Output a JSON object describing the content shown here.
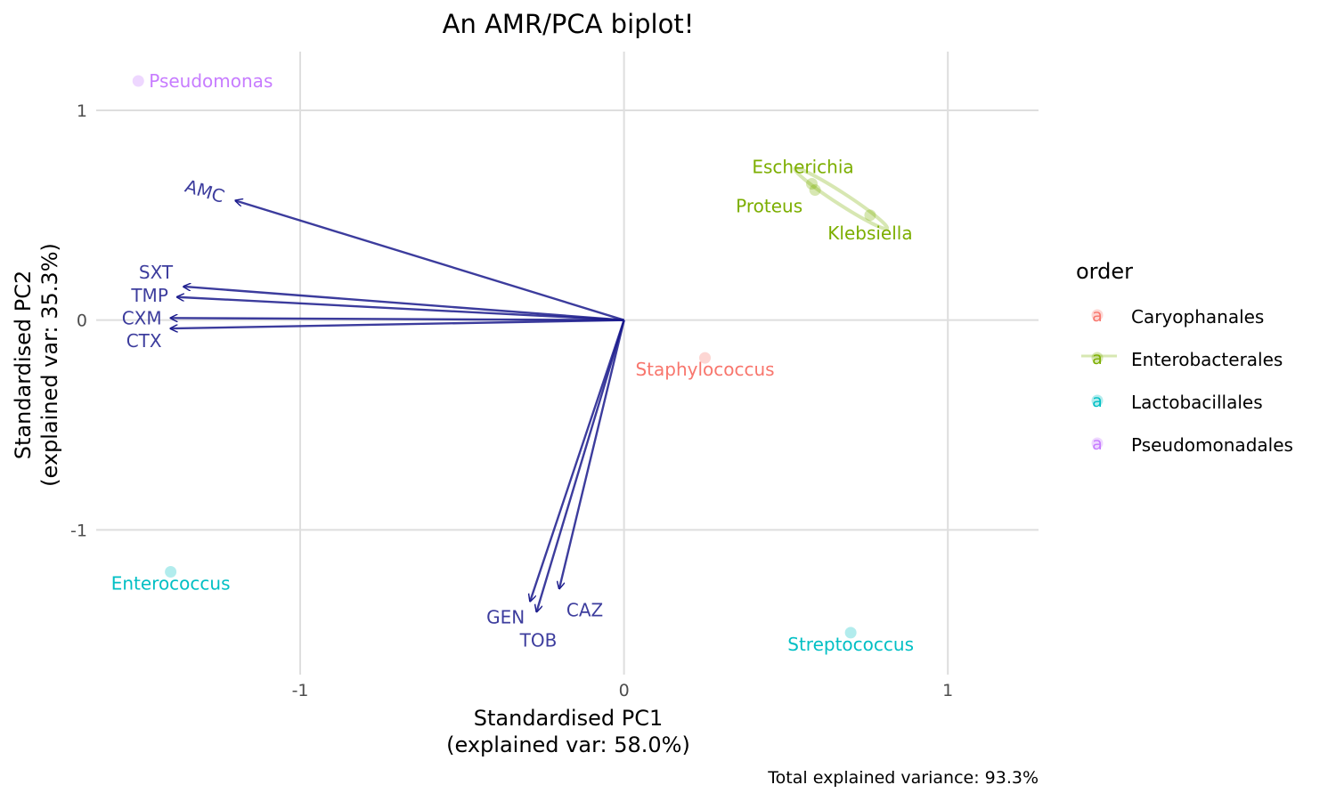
{
  "chart_data": {
    "type": "scatter",
    "title": "An AMR/PCA biplot!",
    "xlabel": [
      "Standardised PC1",
      "(explained var: 58.0%)"
    ],
    "ylabel": [
      "Standardised PC2",
      "(explained var: 35.3%)"
    ],
    "caption": "Total explained variance: 93.3%",
    "xlim": [
      -1.63,
      1.28
    ],
    "ylim": [
      -1.69,
      1.28
    ],
    "xticks": [
      -1,
      0,
      1
    ],
    "yticks": [
      -1,
      0,
      1
    ],
    "xtick_labels": [
      "-1",
      "0",
      "1"
    ],
    "ytick_labels": [
      "-1",
      "0",
      "1"
    ],
    "grid": true,
    "legend": {
      "title": "order",
      "position": "right",
      "key_glyph": "a",
      "entries": [
        {
          "name": "Caryophanales",
          "color": "#F8766D"
        },
        {
          "name": "Enterobacterales",
          "color": "#7CAE00"
        },
        {
          "name": "Lactobacillales",
          "color": "#00BFC4"
        },
        {
          "name": "Pseudomonadales",
          "color": "#C77CFF"
        }
      ]
    },
    "points": [
      {
        "label": "Pseudomonas",
        "order": "Pseudomonadales",
        "x": -1.5,
        "y": 1.14
      },
      {
        "label": "Staphylococcus",
        "order": "Caryophanales",
        "x": 0.25,
        "y": -0.18
      },
      {
        "label": "Enterococcus",
        "order": "Lactobacillales",
        "x": -1.4,
        "y": -1.2
      },
      {
        "label": "Streptococcus",
        "order": "Lactobacillales",
        "x": 0.7,
        "y": -1.49
      },
      {
        "label": "Escherichia",
        "order": "Enterobacterales",
        "x": 0.58,
        "y": 0.65
      },
      {
        "label": "Proteus",
        "order": "Enterobacterales",
        "x": 0.59,
        "y": 0.62
      },
      {
        "label": "Klebsiella",
        "order": "Enterobacterales",
        "x": 0.76,
        "y": 0.5
      }
    ],
    "ellipse": {
      "order": "Enterobacterales",
      "cx": 0.67,
      "cy": 0.58,
      "rx": 0.17,
      "ry": 0.018,
      "angle_deg": -33
    },
    "arrow_color": "#00008B",
    "loadings": [
      {
        "name": "AMC",
        "x": -1.2,
        "y": 0.57
      },
      {
        "name": "SXT",
        "x": -1.36,
        "y": 0.16
      },
      {
        "name": "TMP",
        "x": -1.38,
        "y": 0.11
      },
      {
        "name": "CXM",
        "x": -1.4,
        "y": 0.01
      },
      {
        "name": "CTX",
        "x": -1.4,
        "y": -0.04
      },
      {
        "name": "GEN",
        "x": -0.29,
        "y": -1.34
      },
      {
        "name": "TOB",
        "x": -0.27,
        "y": -1.39
      },
      {
        "name": "CAZ",
        "x": -0.2,
        "y": -1.28
      }
    ]
  }
}
